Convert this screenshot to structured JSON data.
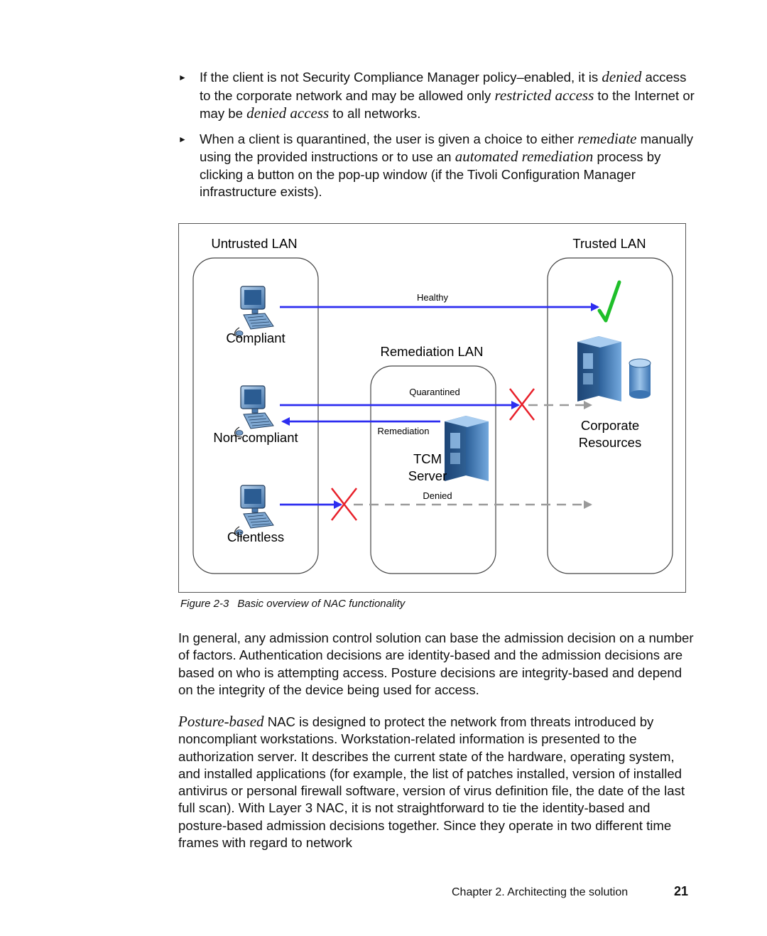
{
  "bullets": [
    {
      "parts": [
        {
          "t": "If the client is not Security Compliance Manager policy–enabled, it is "
        },
        {
          "t": "denied",
          "em": true
        },
        {
          "t": " access to the corporate network and may be allowed only "
        },
        {
          "t": "restricted access",
          "em": true
        },
        {
          "t": " to the Internet or may be "
        },
        {
          "t": "denied access",
          "em": true
        },
        {
          "t": " to all networks."
        }
      ]
    },
    {
      "parts": [
        {
          "t": "When a client is quarantined, the user is given a choice to either "
        },
        {
          "t": "remediate",
          "em": true
        },
        {
          "t": " manually using the provided instructions or to use an "
        },
        {
          "t": "automated remediation",
          "em": true
        },
        {
          "t": " process by clicking a button on the pop-up window (if the Tivoli Configuration Manager infrastructure exists)."
        }
      ]
    }
  ],
  "diagram": {
    "untrusted_title": "Untrusted LAN",
    "trusted_title": "Trusted LAN",
    "remediation_title": "Remediation LAN",
    "client_compliant": "Compliant",
    "client_noncompliant": "Non-compliant",
    "client_clientless": "Clientless",
    "flow_healthy": "Healthy",
    "flow_quarantined": "Quarantined",
    "flow_remediation": "Remediation",
    "flow_denied": "Denied",
    "tcm_line1": "TCM",
    "tcm_line2": "Server",
    "corp_line1": "Corporate",
    "corp_line2": "Resources",
    "colors": {
      "flow_blue": "#2d2df0",
      "deny_red": "#e8202a",
      "ok_green": "#1fbf2a",
      "dashed_gray": "#9a9a9a",
      "server_blue": "#3f7fc0"
    }
  },
  "figure_caption": {
    "number": "Figure 2-3",
    "text": "Basic overview of NAC functionality"
  },
  "paragraph1": "In general, any admission control solution can base the admission decision on a number of factors. Authentication decisions are identity-based and the admission decisions are based on who is attempting access. Posture decisions are integrity-based and depend on the integrity of the device being used for access.",
  "paragraph2": {
    "lead": "Posture-based",
    "rest": " NAC is designed to protect the network from threats introduced by noncompliant workstations. Workstation-related information is presented to the authorization server. It describes the current state of the hardware, operating system, and installed applications (for example, the list of patches installed, version of installed antivirus or personal firewall software, version of virus definition file, the date of the last full scan). With Layer 3 NAC, it is not straightforward to tie the identity-based and posture-based admission decisions together. Since they operate in two different time frames with regard to network"
  },
  "footer": {
    "chapter": "Chapter 2. Architecting the solution",
    "page": "21"
  }
}
